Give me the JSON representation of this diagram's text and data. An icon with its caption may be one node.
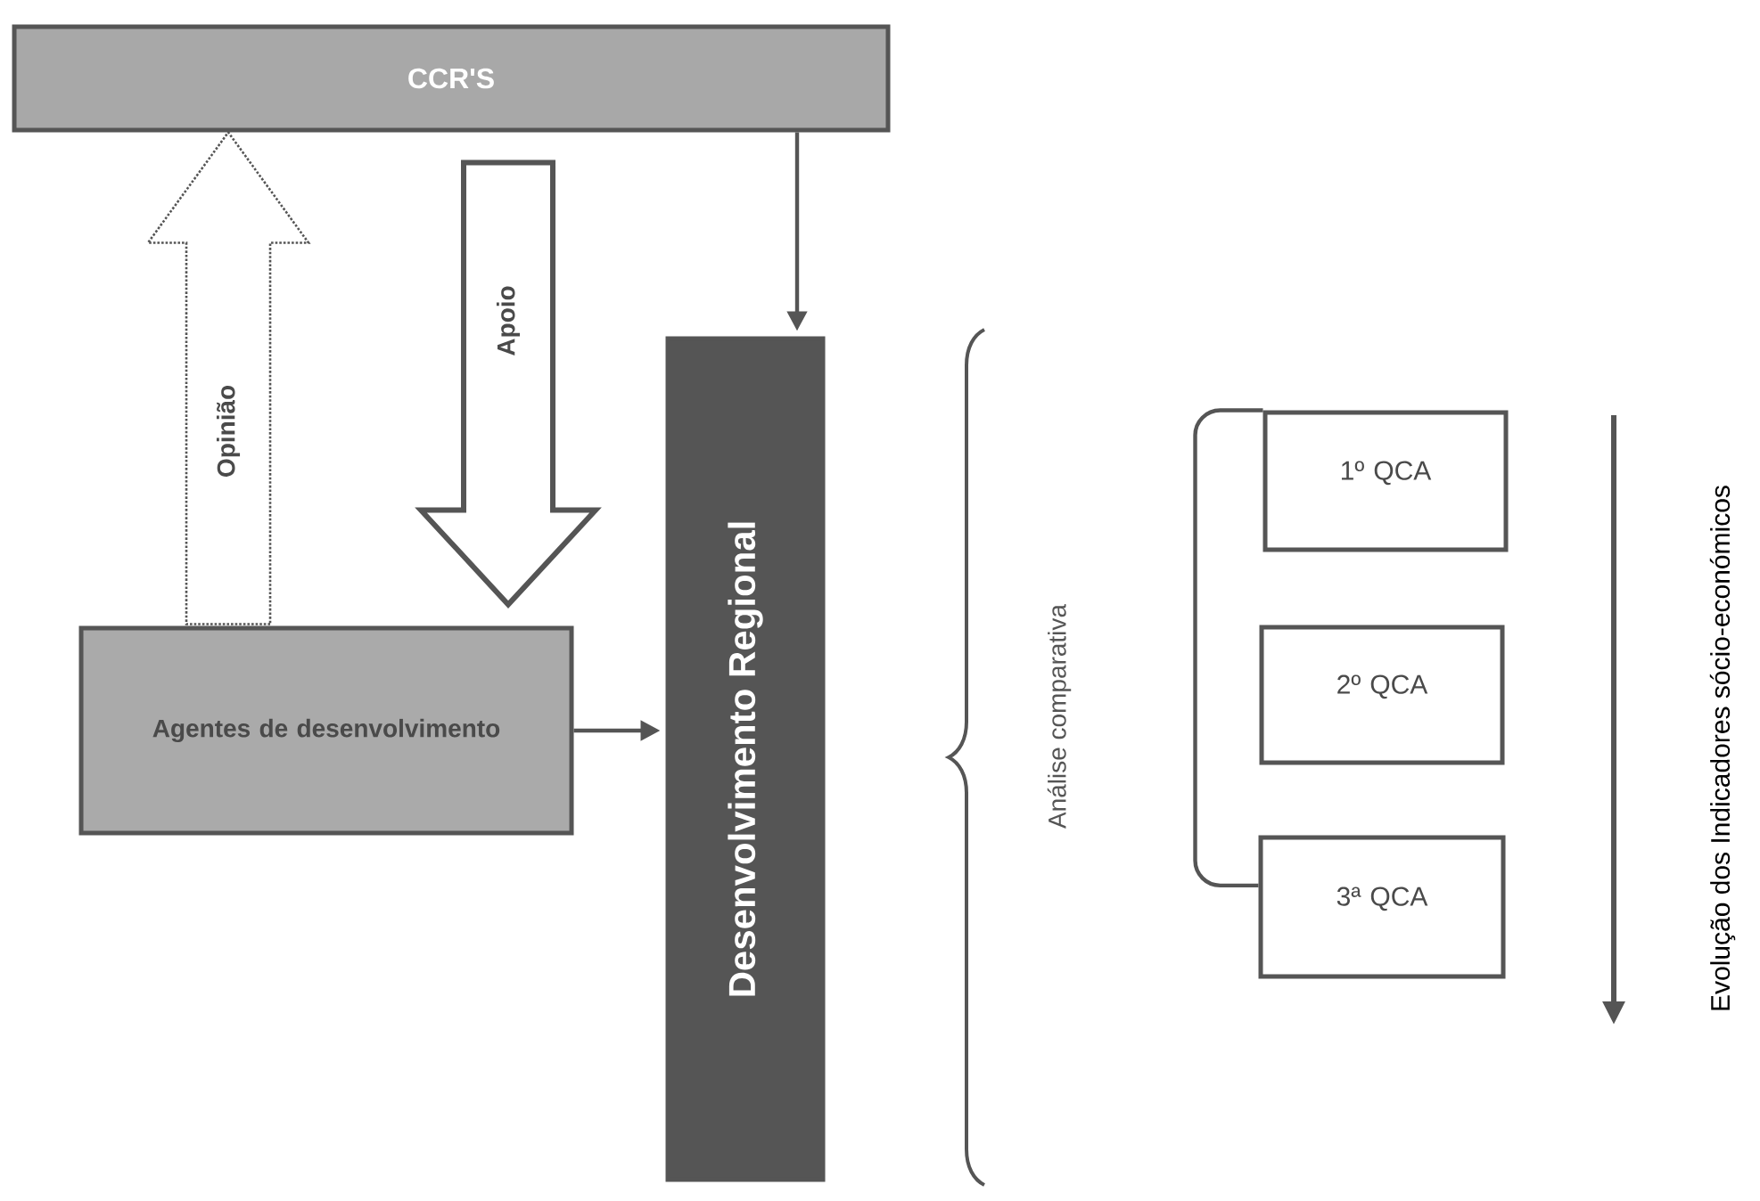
{
  "diagram": {
    "nodes": [
      {
        "text": [
          "CCR'S"
        ]
      },
      {
        "text": [
          "Agentes de desenvolvimento"
        ]
      },
      {
        "text": [
          "Desenvolvimento Regional"
        ]
      },
      {
        "text": [
          "1º QCA"
        ]
      },
      {
        "text": [
          "2º QCA"
        ]
      },
      {
        "text": [
          "3ª QCA"
        ]
      }
    ],
    "edges": [
      {
        "from": 1,
        "to": 0,
        "arrow": "to",
        "label": "Opinião",
        "style": "dashed"
      },
      {
        "from": 0,
        "to": 1,
        "arrow": "to",
        "label": "Apoio",
        "style": "thick"
      },
      {
        "from": 0,
        "to": 2,
        "arrow": "to"
      },
      {
        "from": 1,
        "to": 2,
        "arrow": "to"
      },
      {
        "from": 3,
        "to": 5,
        "arrow": "none"
      }
    ],
    "labels": [
      "Análise comparativa",
      "Evolução dos Indicadores sócio-económicos"
    ]
  }
}
